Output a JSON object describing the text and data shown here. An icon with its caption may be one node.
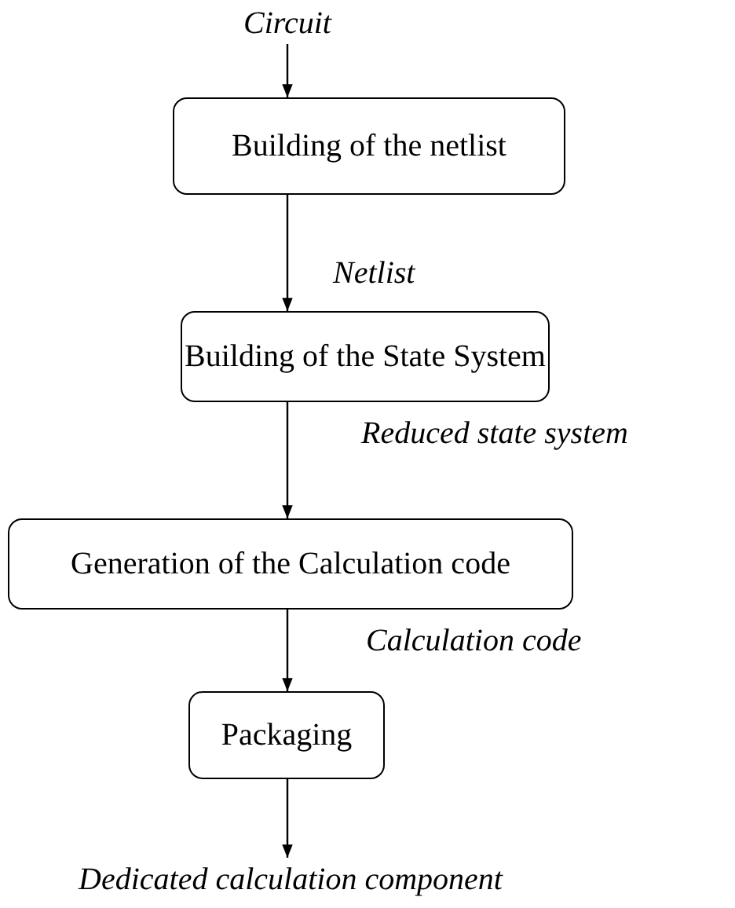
{
  "diagram": {
    "nodes": [
      {
        "text": [
          "Circuit"
        ]
      },
      {
        "text": [
          "Building of the netlist"
        ]
      },
      {
        "text": [
          "Building of the State System"
        ]
      },
      {
        "text": [
          "Generation of the Calculation code"
        ]
      },
      {
        "text": [
          "Packaging"
        ]
      },
      {
        "text": [
          "Dedicated calculation component"
        ]
      }
    ],
    "edges": [
      {
        "from": 0,
        "to": 1,
        "arrow": "to"
      },
      {
        "from": 1,
        "to": 2,
        "arrow": "to",
        "label": "Netlist"
      },
      {
        "from": 2,
        "to": 3,
        "arrow": "to",
        "label": "Reduced state system"
      },
      {
        "from": 3,
        "to": 4,
        "arrow": "to",
        "label": "Calculation code"
      },
      {
        "from": 4,
        "to": 5,
        "arrow": "to"
      }
    ]
  }
}
